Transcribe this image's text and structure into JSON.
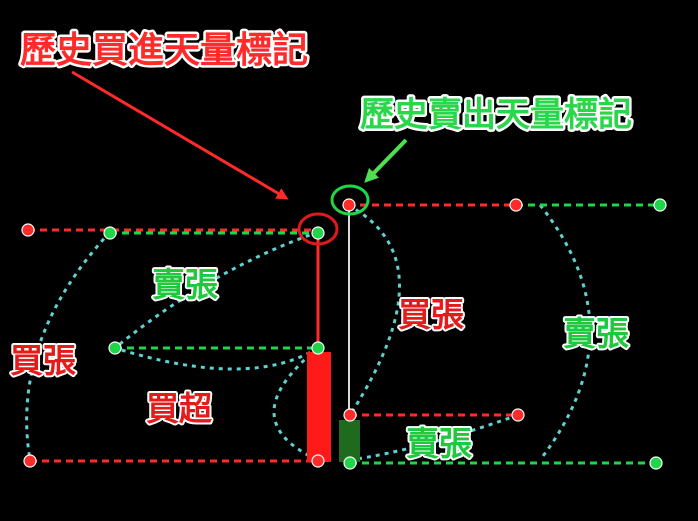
{
  "annotations": {
    "buy_volume_mark": "歷史買進天量標記",
    "sell_volume_mark": "歷史賣出天量標記"
  },
  "labels": {
    "left_outer": "買張",
    "left_top": "賣張",
    "left_mid": "買超",
    "right_inner": "買張",
    "right_outer": "賣張",
    "right_bottom": "賣張"
  },
  "colors": {
    "background": "#000000",
    "buy": "#ff2a2a",
    "sell": "#1fd64a",
    "arc": "#5fd1d1",
    "label_stroke": "#ffffff",
    "axis": "#d8d8d8"
  }
}
